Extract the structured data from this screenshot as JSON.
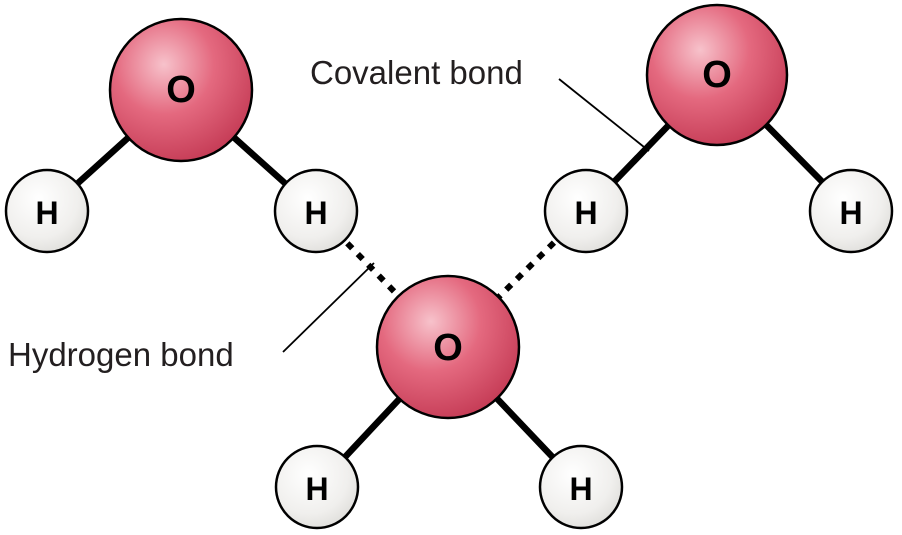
{
  "diagram": {
    "type": "molecular-structure",
    "labels": {
      "covalent_bond": "Covalent bond",
      "hydrogen_bond": "Hydrogen bond"
    },
    "atom_symbols": {
      "oxygen": "O",
      "hydrogen": "H"
    },
    "molecules": [
      {
        "name": "water-top-left",
        "oxygen": "O",
        "hydrogens": [
          "H",
          "H"
        ]
      },
      {
        "name": "water-top-right",
        "oxygen": "O",
        "hydrogens": [
          "H",
          "H"
        ]
      },
      {
        "name": "water-bottom-center",
        "oxygen": "O",
        "hydrogens": [
          "H",
          "H"
        ]
      }
    ],
    "bond_counts": {
      "covalent": 6,
      "hydrogen": 2
    },
    "colors": {
      "background": "#ffffff",
      "oxygen_highlight": "#f7c2cb",
      "oxygen_mid": "#e4697f",
      "oxygen_edge": "#c0344f",
      "hydrogen_center": "#ffffff",
      "hydrogen_mid": "#f0efed",
      "hydrogen_edge": "#d7d6d2",
      "outline": "#000000",
      "label_text": "#231f20"
    }
  }
}
